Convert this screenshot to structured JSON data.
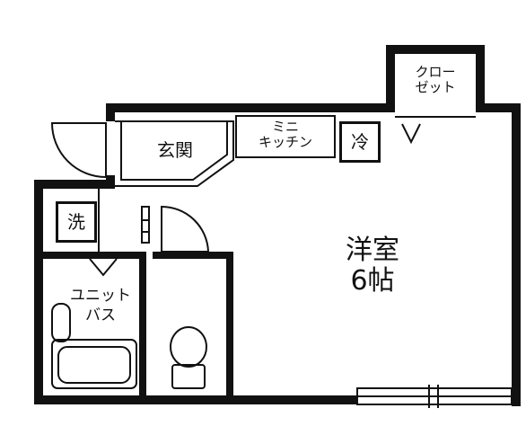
{
  "rooms": {
    "closet": [
      "クロー",
      "ゼット"
    ],
    "entrance": "玄関",
    "mini_kitchen": [
      "ミニ",
      "キッチン"
    ],
    "fridge": "冷",
    "washer": "洗",
    "unit_bath": [
      "ユニット",
      "バス"
    ],
    "western_room": [
      "洋室",
      "6帖"
    ]
  }
}
